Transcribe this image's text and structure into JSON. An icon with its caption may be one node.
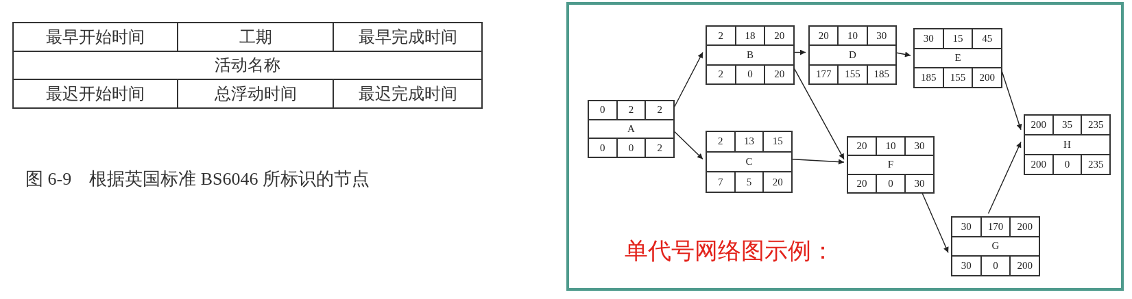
{
  "diagram": {
    "caption": "图 6-9　根据英国标准 BS6046 所标识的节点",
    "nodes": [
      {
        "text": [
          "最早开始时间",
          "工期",
          "最早完成时间",
          "活动名称",
          "最迟开始时间",
          "总浮动时间",
          "最迟完成时间"
        ]
      },
      {
        "text": [
          "单代号网络图示例："
        ]
      },
      {
        "text": [
          "0",
          "2",
          "2",
          "A",
          "0",
          "0",
          "2"
        ],
        "in": 1
      },
      {
        "text": [
          "2",
          "18",
          "20",
          "B",
          "2",
          "0",
          "20"
        ],
        "in": 1
      },
      {
        "text": [
          "2",
          "13",
          "15",
          "C",
          "7",
          "5",
          "20"
        ],
        "in": 1
      },
      {
        "text": [
          "20",
          "10",
          "30",
          "D",
          "177",
          "155",
          "185"
        ],
        "in": 1
      },
      {
        "text": [
          "30",
          "15",
          "45",
          "E",
          "185",
          "155",
          "200"
        ],
        "in": 1
      },
      {
        "text": [
          "20",
          "10",
          "30",
          "F",
          "20",
          "0",
          "30"
        ],
        "in": 1
      },
      {
        "text": [
          "30",
          "170",
          "200",
          "G",
          "30",
          "0",
          "200"
        ],
        "in": 1
      },
      {
        "text": [
          "200",
          "35",
          "235",
          "H",
          "200",
          "0",
          "235"
        ],
        "in": 1
      }
    ],
    "edges": [
      {
        "from": 2,
        "to": 3,
        "arrow": "to"
      },
      {
        "from": 2,
        "to": 4,
        "arrow": "to"
      },
      {
        "from": 3,
        "to": 5,
        "arrow": "to"
      },
      {
        "from": 3,
        "to": 7,
        "arrow": "to"
      },
      {
        "from": 4,
        "to": 7,
        "arrow": "to"
      },
      {
        "from": 5,
        "to": 6,
        "arrow": "to"
      },
      {
        "from": 6,
        "to": 9,
        "arrow": "to"
      },
      {
        "from": 7,
        "to": 8,
        "arrow": "to"
      },
      {
        "from": 8,
        "to": 9,
        "arrow": "to"
      }
    ]
  }
}
